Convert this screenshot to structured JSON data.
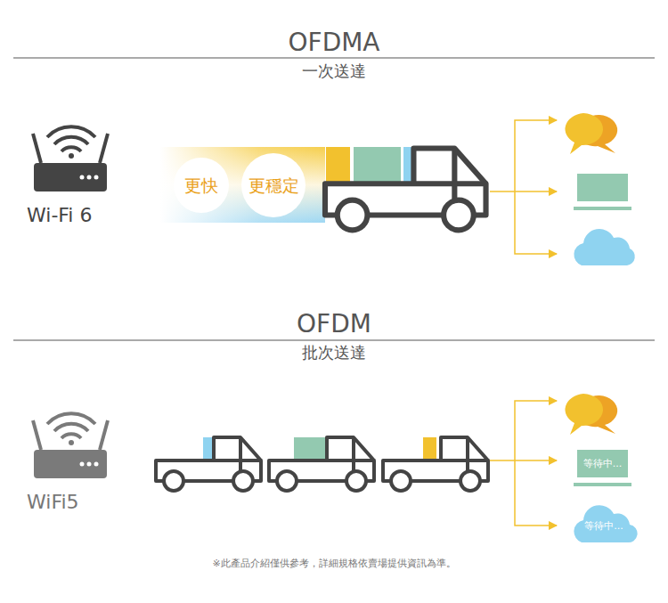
{
  "diagram": {
    "caption": "※此產品介紹僅供參考，詳細規格依賣場提供資訊為準。",
    "nodes": [
      {
        "text": [
          "Wi-Fi 6"
        ]
      },
      {
        "text": [
          "更快"
        ]
      },
      {
        "text": [
          "更穩定"
        ]
      },
      {
        "text": [
          "WiFi5"
        ]
      },
      {
        "text": [
          "等待中..."
        ]
      },
      {
        "text": [
          "等待中..."
        ]
      }
    ],
    "labels": [
      "OFDMA",
      "一次送達",
      "OFDM",
      "批次送達"
    ]
  }
}
